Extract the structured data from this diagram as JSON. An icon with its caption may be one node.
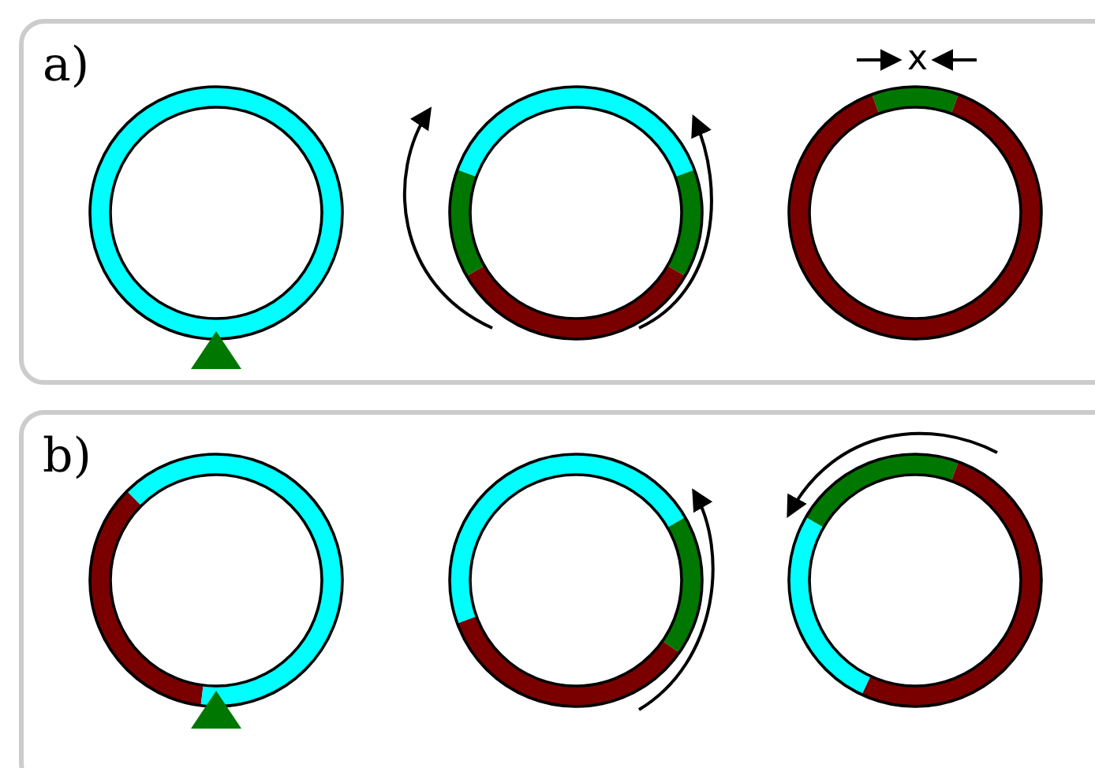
{
  "diagram": {
    "nodes": [
      {
        "text": [
          "a)"
        ]
      },
      {
        "text": [
          "b)"
        ]
      }
    ],
    "labels": [
      "x"
    ]
  }
}
